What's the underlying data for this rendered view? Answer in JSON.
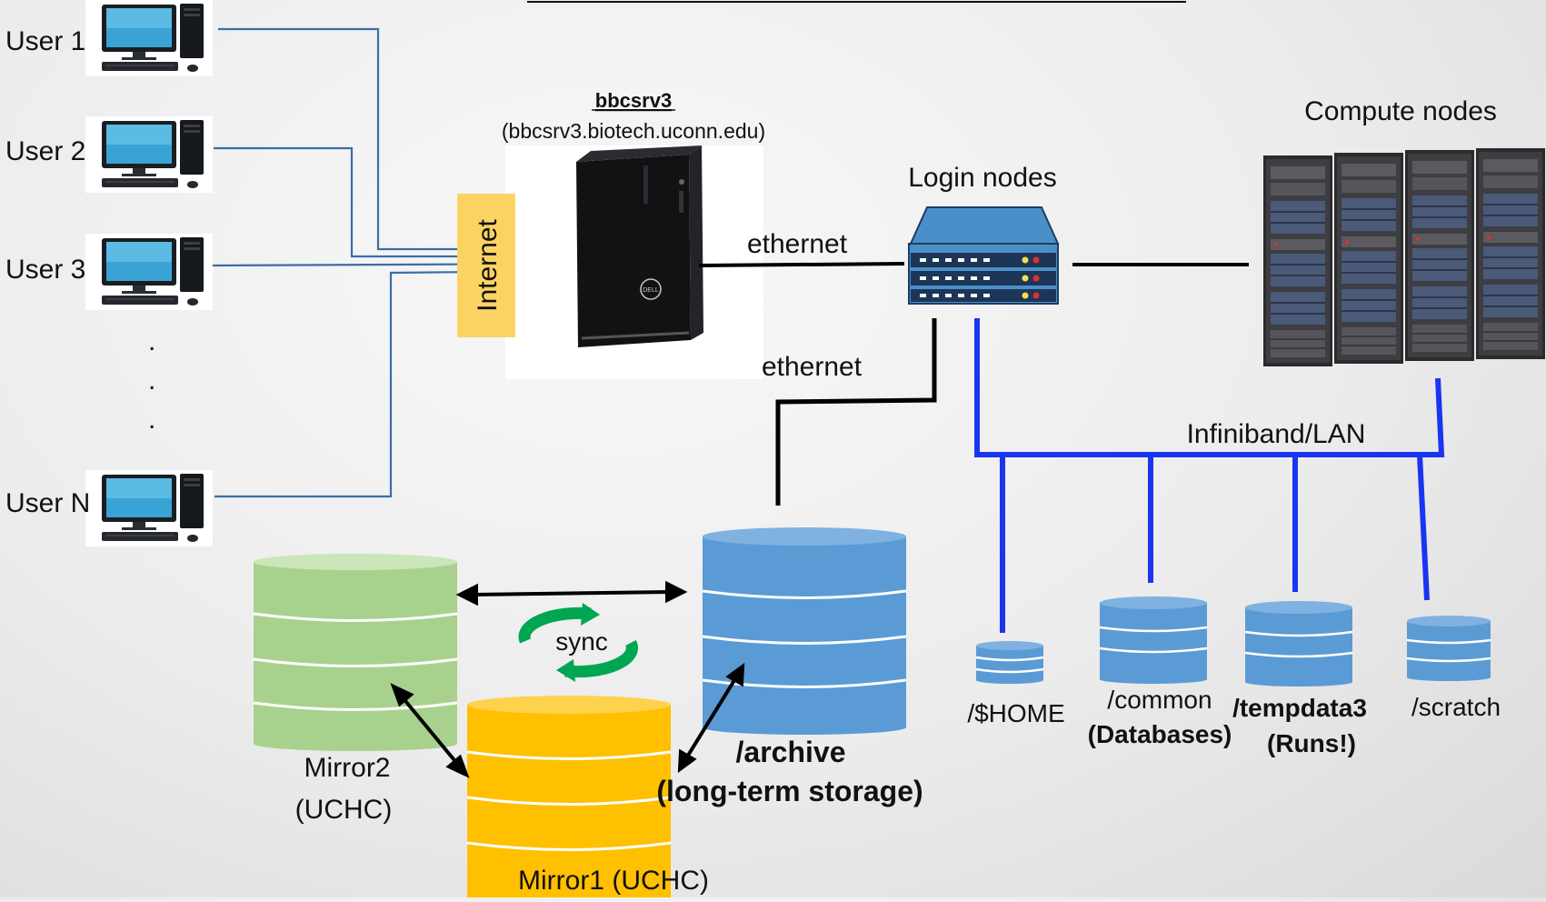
{
  "labels": {
    "users": [
      "User 1",
      "User 2",
      "User 3",
      "User N"
    ],
    "ellipsis": ".",
    "internet": "Internet",
    "server_name": "bbcsrv3",
    "server_host": "(bbcsrv3.biotech.uconn.edu)",
    "ethernet_1": "ethernet",
    "ethernet_2": "ethernet",
    "login_nodes": "Login nodes",
    "compute_nodes": "Compute nodes",
    "infiniband": "Infiniband/LAN",
    "sync": "sync",
    "mirror2_line1": "Mirror2",
    "mirror2_line2": "(UCHC)",
    "mirror1": "Mirror1 (UCHC)",
    "archive_line1": "/archive",
    "archive_line2": "(long-term storage)",
    "home": "/$HOME",
    "common_line1": "/common",
    "common_line2": "(Databases)",
    "tempdata_line1": "/tempdata3",
    "tempdata_line2": "(Runs!)",
    "scratch": "/scratch"
  },
  "colors": {
    "user_line": "#3b6ea5",
    "internet_box": "#fbd362",
    "ethernet": "#000000",
    "infiniband": "#1a35f0",
    "mirror2": "#a9d18e",
    "mirror1": "#ffc000",
    "storage": "#5b9bd5",
    "sync": "#00a651"
  },
  "icons": {
    "user_pc": "desktop-computer-icon",
    "server": "tower-server-icon",
    "switch": "network-switch-icon",
    "rack": "server-rack-icon",
    "storage": "database-cylinder-icon",
    "sync": "sync-arrows-icon"
  }
}
